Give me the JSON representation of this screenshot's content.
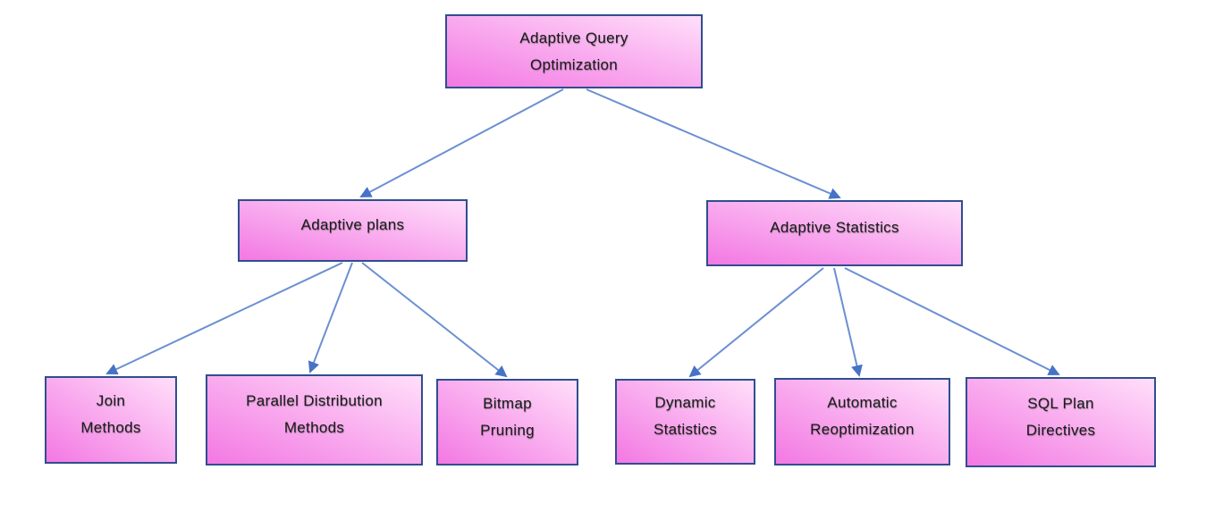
{
  "diagram": {
    "type": "hierarchy",
    "title": "Adaptive Query Optimization",
    "colors": {
      "node_fill_start": "#f378e3",
      "node_fill_end": "#ffdffa",
      "node_border": "#2f4e8f",
      "connector_line": "#6b8fd2",
      "arrowhead": "#4673c6",
      "text": "#1b1b1b",
      "background": "#ffffff"
    },
    "nodes": [
      {
        "id": "adaptive-query-optimization",
        "label": "Adaptive Query Optimization",
        "lines": [
          "Adaptive Query",
          "Optimization"
        ],
        "level": 0
      },
      {
        "id": "adaptive-plans",
        "label": "Adaptive plans",
        "lines": [
          "Adaptive plans"
        ],
        "level": 1
      },
      {
        "id": "adaptive-statistics",
        "label": "Adaptive Statistics",
        "lines": [
          "Adaptive Statistics"
        ],
        "level": 1
      },
      {
        "id": "join-methods",
        "label": "Join Methods",
        "lines": [
          "Join",
          "Methods"
        ],
        "level": 2
      },
      {
        "id": "parallel-distribution-methods",
        "label": "Parallel Distribution Methods",
        "lines": [
          "Parallel Distribution",
          "Methods"
        ],
        "level": 2
      },
      {
        "id": "bitmap-pruning",
        "label": "Bitmap Pruning",
        "lines": [
          "Bitmap",
          "Pruning"
        ],
        "level": 2
      },
      {
        "id": "dynamic-statistics",
        "label": "Dynamic Statistics",
        "lines": [
          "Dynamic",
          "Statistics"
        ],
        "level": 2
      },
      {
        "id": "automatic-reoptimization",
        "label": "Automatic Reoptimization",
        "lines": [
          "Automatic",
          "Reoptimization"
        ],
        "level": 2
      },
      {
        "id": "sql-plan-directives",
        "label": "SQL Plan Directives",
        "lines": [
          "SQL Plan",
          "Directives"
        ],
        "level": 2
      }
    ],
    "edges": [
      {
        "from": "adaptive-query-optimization",
        "to": "adaptive-plans"
      },
      {
        "from": "adaptive-query-optimization",
        "to": "adaptive-statistics"
      },
      {
        "from": "adaptive-plans",
        "to": "join-methods"
      },
      {
        "from": "adaptive-plans",
        "to": "parallel-distribution-methods"
      },
      {
        "from": "adaptive-plans",
        "to": "bitmap-pruning"
      },
      {
        "from": "adaptive-statistics",
        "to": "dynamic-statistics"
      },
      {
        "from": "adaptive-statistics",
        "to": "automatic-reoptimization"
      },
      {
        "from": "adaptive-statistics",
        "to": "sql-plan-directives"
      }
    ]
  }
}
